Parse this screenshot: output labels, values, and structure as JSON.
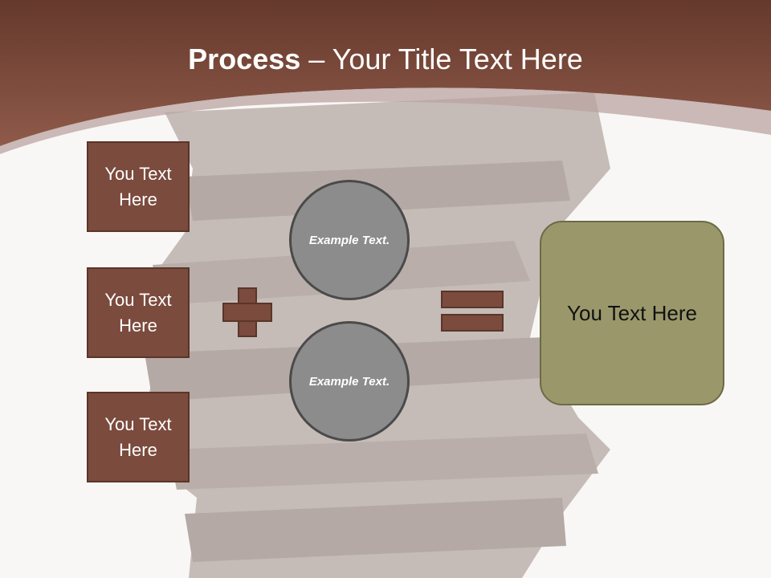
{
  "title": {
    "bold": "Process",
    "rest": " – Your Title Text Here"
  },
  "left_boxes": [
    {
      "label": "You Text Here"
    },
    {
      "label": "You Text Here"
    },
    {
      "label": "You Text Here"
    }
  ],
  "circles": [
    {
      "label": "Example Text."
    },
    {
      "label": "Example Text."
    }
  ],
  "result": {
    "label": "You Text Here"
  },
  "colors": {
    "header_brown": "#8a5546",
    "box_brown": "#7b4b3d",
    "circle_gray": "#8c8c8c",
    "result_olive": "#9a986b",
    "background": "#f9f7f6"
  }
}
